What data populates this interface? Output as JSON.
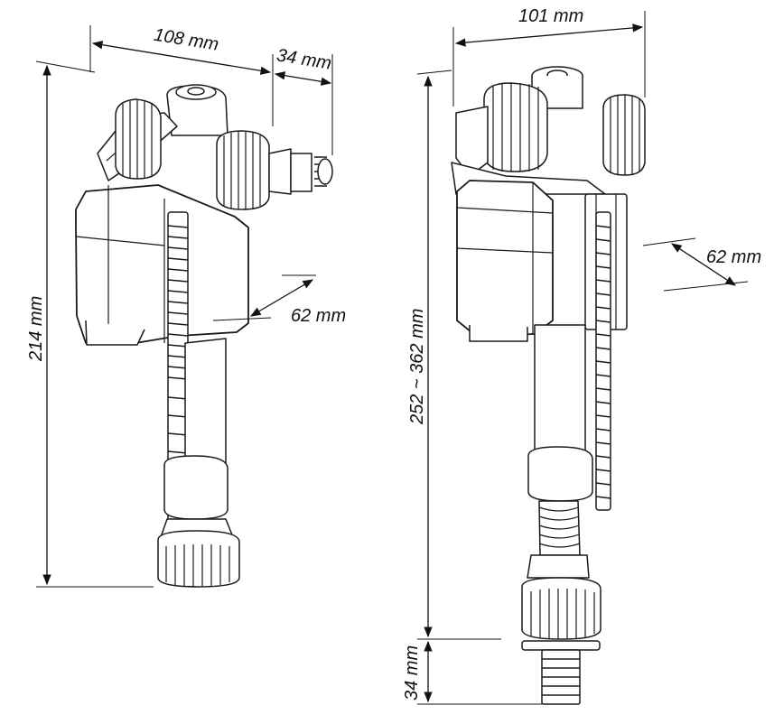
{
  "dimensions": {
    "left_width": "108 mm",
    "left_side_inlet": "34 mm",
    "left_height": "214 mm",
    "left_depth": "62 mm",
    "right_width": "101 mm",
    "right_height": "252 ~ 362 mm",
    "right_depth": "62 mm",
    "right_thread": "34 mm"
  }
}
